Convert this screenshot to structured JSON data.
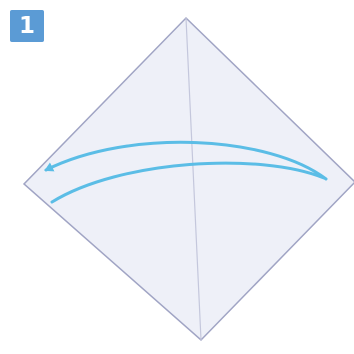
{
  "step": {
    "number": "1"
  },
  "colors": {
    "badge": "#5b9bd5",
    "paper_fill": "#eef0f8",
    "paper_edge": "#a0a4c4",
    "crease": "#c4c7dc",
    "arrow": "#5bbde6"
  },
  "diagram": {
    "shape": "square-paper-diamond",
    "crease": "vertical-center",
    "arrow": "fold-right-to-left"
  }
}
